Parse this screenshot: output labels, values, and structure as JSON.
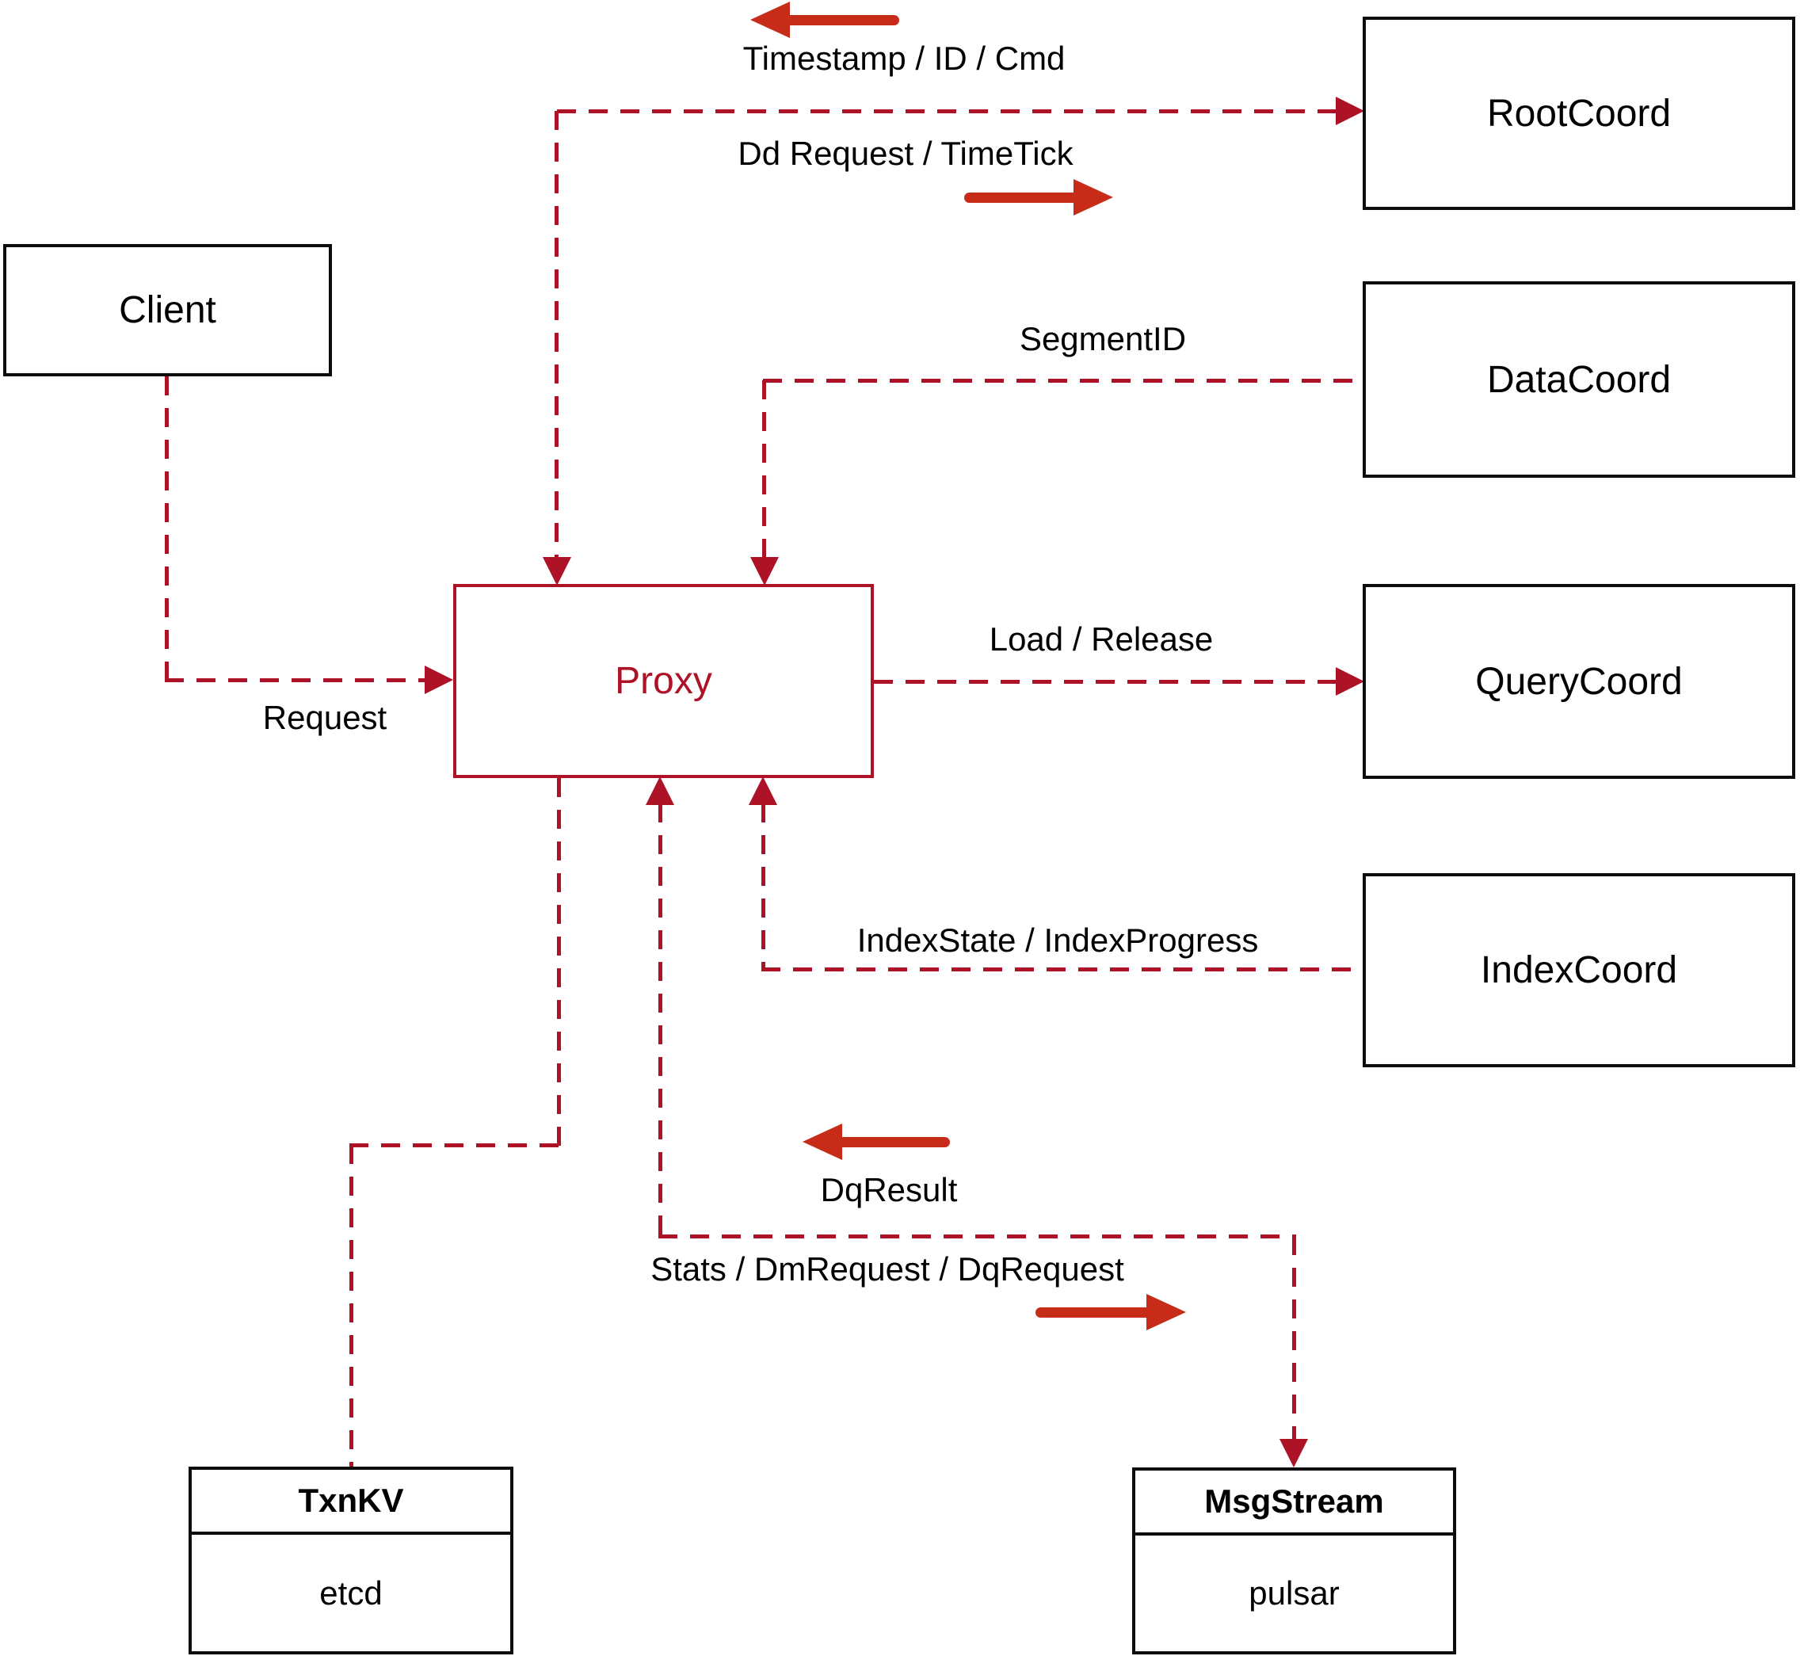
{
  "diagram": {
    "nodes": {
      "client": {
        "label": "Client"
      },
      "proxy": {
        "label": "Proxy"
      },
      "root_coord": {
        "label": "RootCoord"
      },
      "data_coord": {
        "label": "DataCoord"
      },
      "query_coord": {
        "label": "QueryCoord"
      },
      "index_coord": {
        "label": "IndexCoord"
      },
      "txn_kv": {
        "title": "TxnKV",
        "impl": "etcd"
      },
      "msg_stream": {
        "title": "MsgStream",
        "impl": "pulsar"
      }
    },
    "edge_labels": {
      "timestamp": "Timestamp / ID / Cmd",
      "dd_request": "Dd Request / TimeTick",
      "segment_id": "SegmentID",
      "load_release": "Load / Release",
      "request": "Request",
      "index_state": "IndexState / IndexProgress",
      "dq_result": "DqResult",
      "stats": "Stats / DmRequest / DqRequest"
    },
    "colors": {
      "line": "#ad1227",
      "arrow": "#c62c17",
      "box_border": "#0d0d0d",
      "text": "#000000",
      "background": "#ffffff"
    }
  }
}
